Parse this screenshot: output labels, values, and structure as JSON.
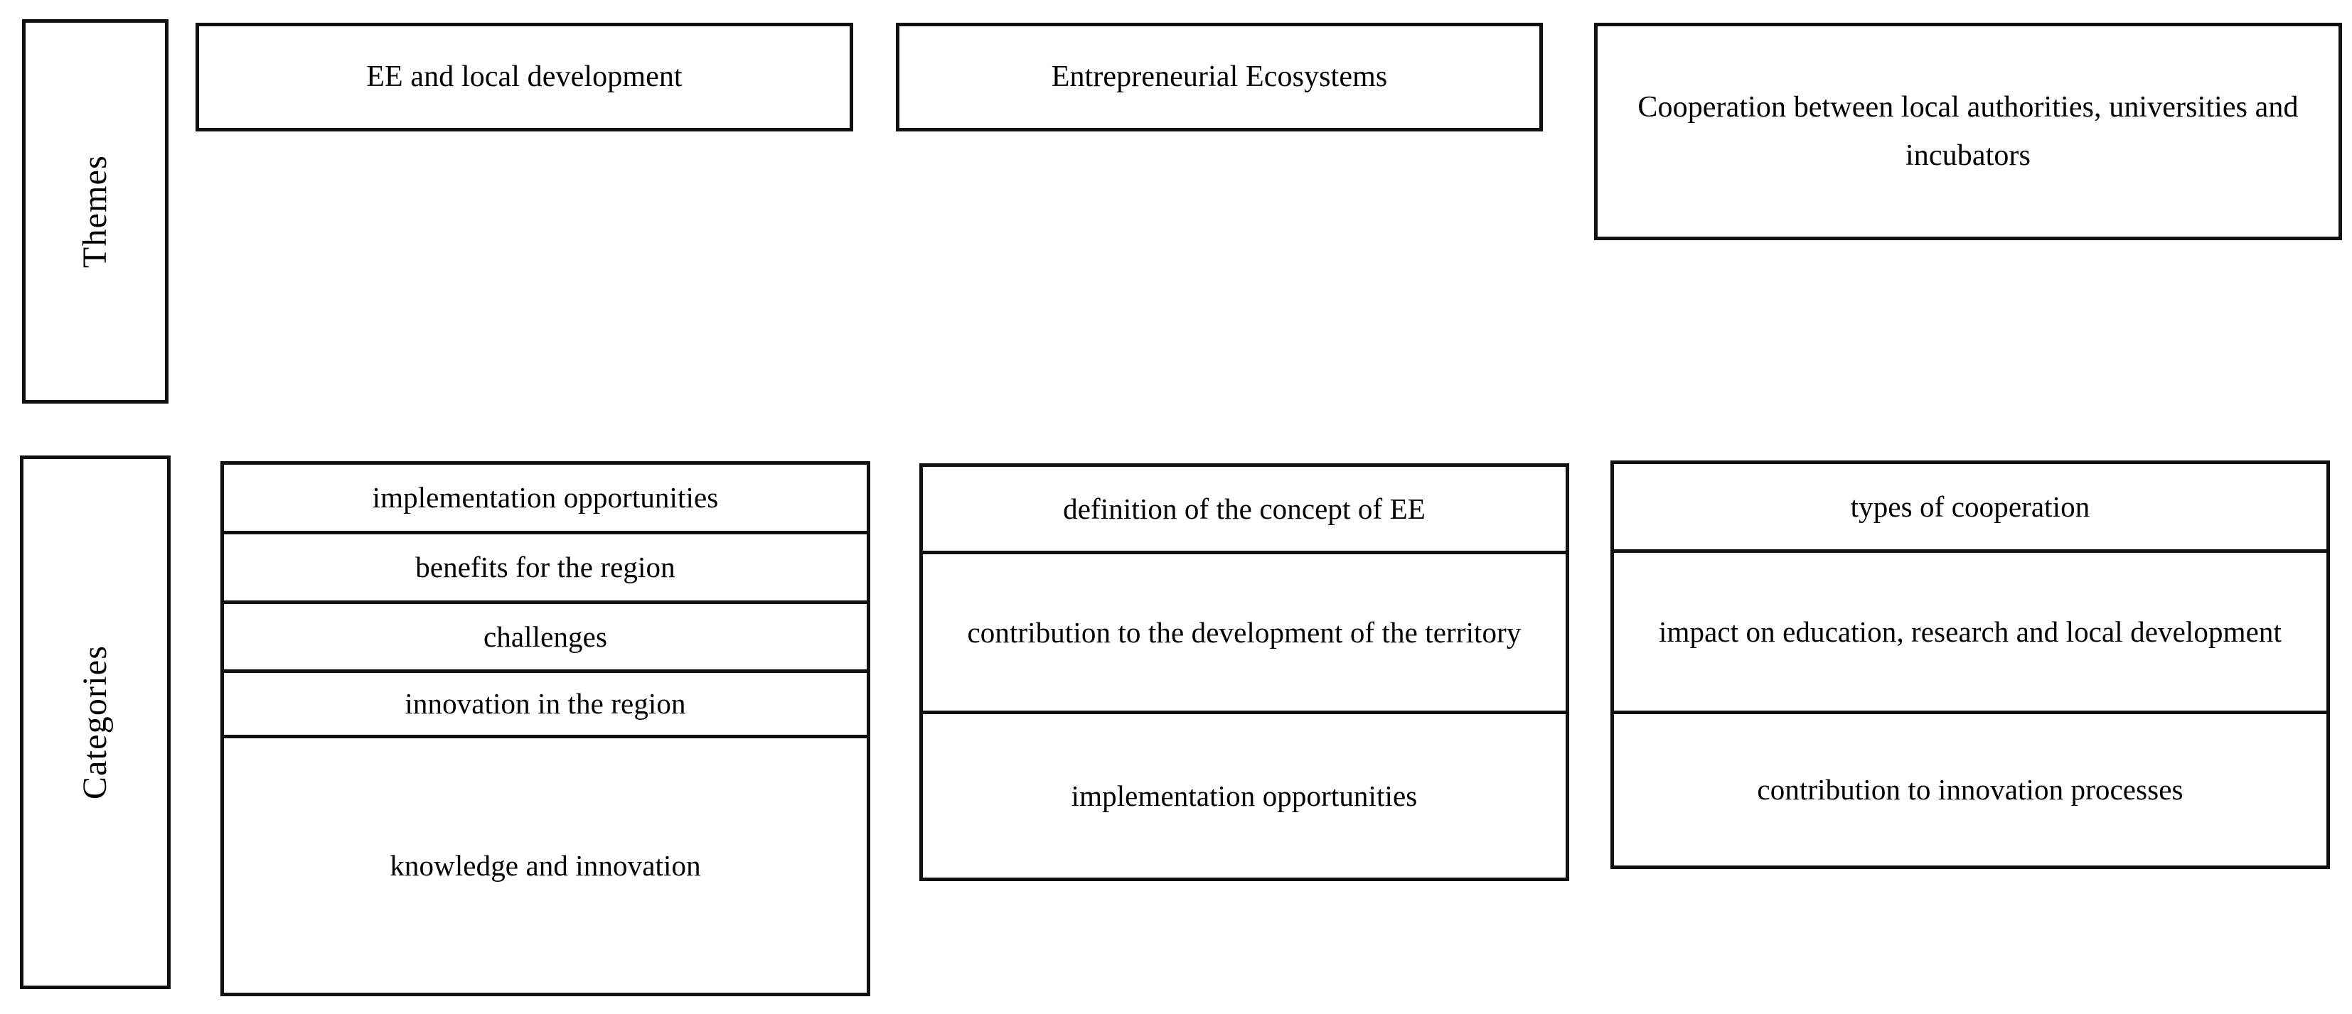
{
  "diagram": {
    "row_labels": {
      "themes": "Themes",
      "categories": "Categories"
    },
    "themes": [
      {
        "label": "EE and local development"
      },
      {
        "label": "Entrepreneurial Ecosystems"
      },
      {
        "label": "Cooperation between local authorities, universities and incubators"
      }
    ],
    "category_columns": [
      {
        "items": [
          "implementation opportunities",
          "benefits for the region",
          "challenges",
          "innovation in the region",
          "knowledge and innovation"
        ]
      },
      {
        "items": [
          "definition of the concept of EE",
          "contribution to the development of the territory",
          "implementation opportunities"
        ]
      },
      {
        "items": [
          "types of cooperation",
          "impact on education, research and local development",
          "contribution to innovation processes"
        ]
      }
    ],
    "colors": {
      "border": "#111111",
      "background": "#ffffff",
      "text": "#000000"
    }
  }
}
